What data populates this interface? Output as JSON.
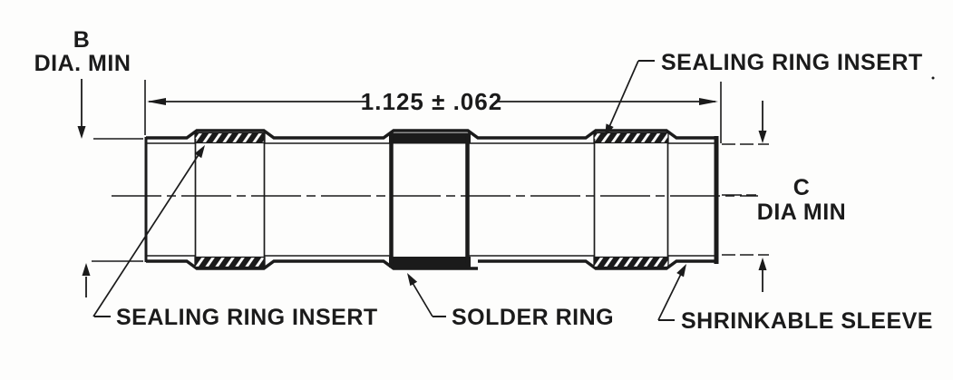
{
  "diagram": {
    "type": "engineering-cross-section",
    "subject": "heat-shrinkable solder sleeve splice",
    "colors": {
      "ink": "#1b1b1b",
      "paper": "#fdfdfc"
    },
    "dimensions": {
      "length": "1.125 ± .062",
      "b_dia": {
        "letter": "B",
        "qualifier": "DIA. MIN"
      },
      "c_dia": {
        "letter": "C",
        "qualifier": "DIA MIN"
      }
    },
    "callouts": {
      "sealing_ring_insert_top": "SEALING RING INSERT",
      "sealing_ring_insert_bottom": "SEALING RING INSERT",
      "solder_ring": "SOLDER RING",
      "shrinkable_sleeve": "SHRINKABLE SLEEVE"
    }
  }
}
